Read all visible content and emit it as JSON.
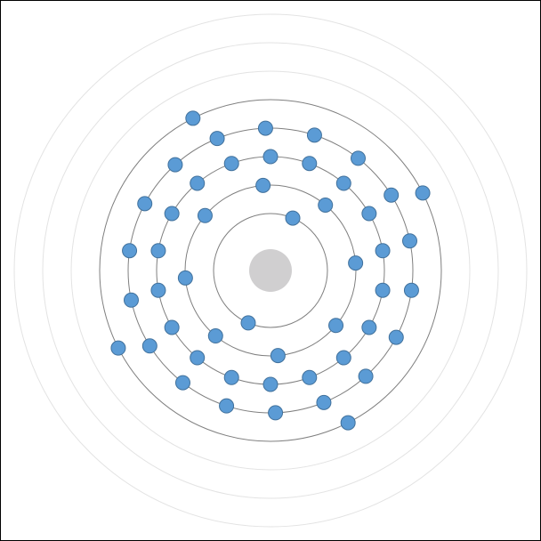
{
  "diagram": {
    "type": "bohr-model",
    "electrons_per_shell": [
      2,
      8,
      18,
      18,
      4,
      0,
      0,
      0
    ],
    "colors": {
      "nucleus": "#d0cfd0",
      "electron_fill": "#5b9bd5",
      "electron_stroke": "#41719c",
      "occupied_shell": "#7f7f7f",
      "empty_shell": "#e3e3e3",
      "frame_border": "#000000"
    }
  }
}
